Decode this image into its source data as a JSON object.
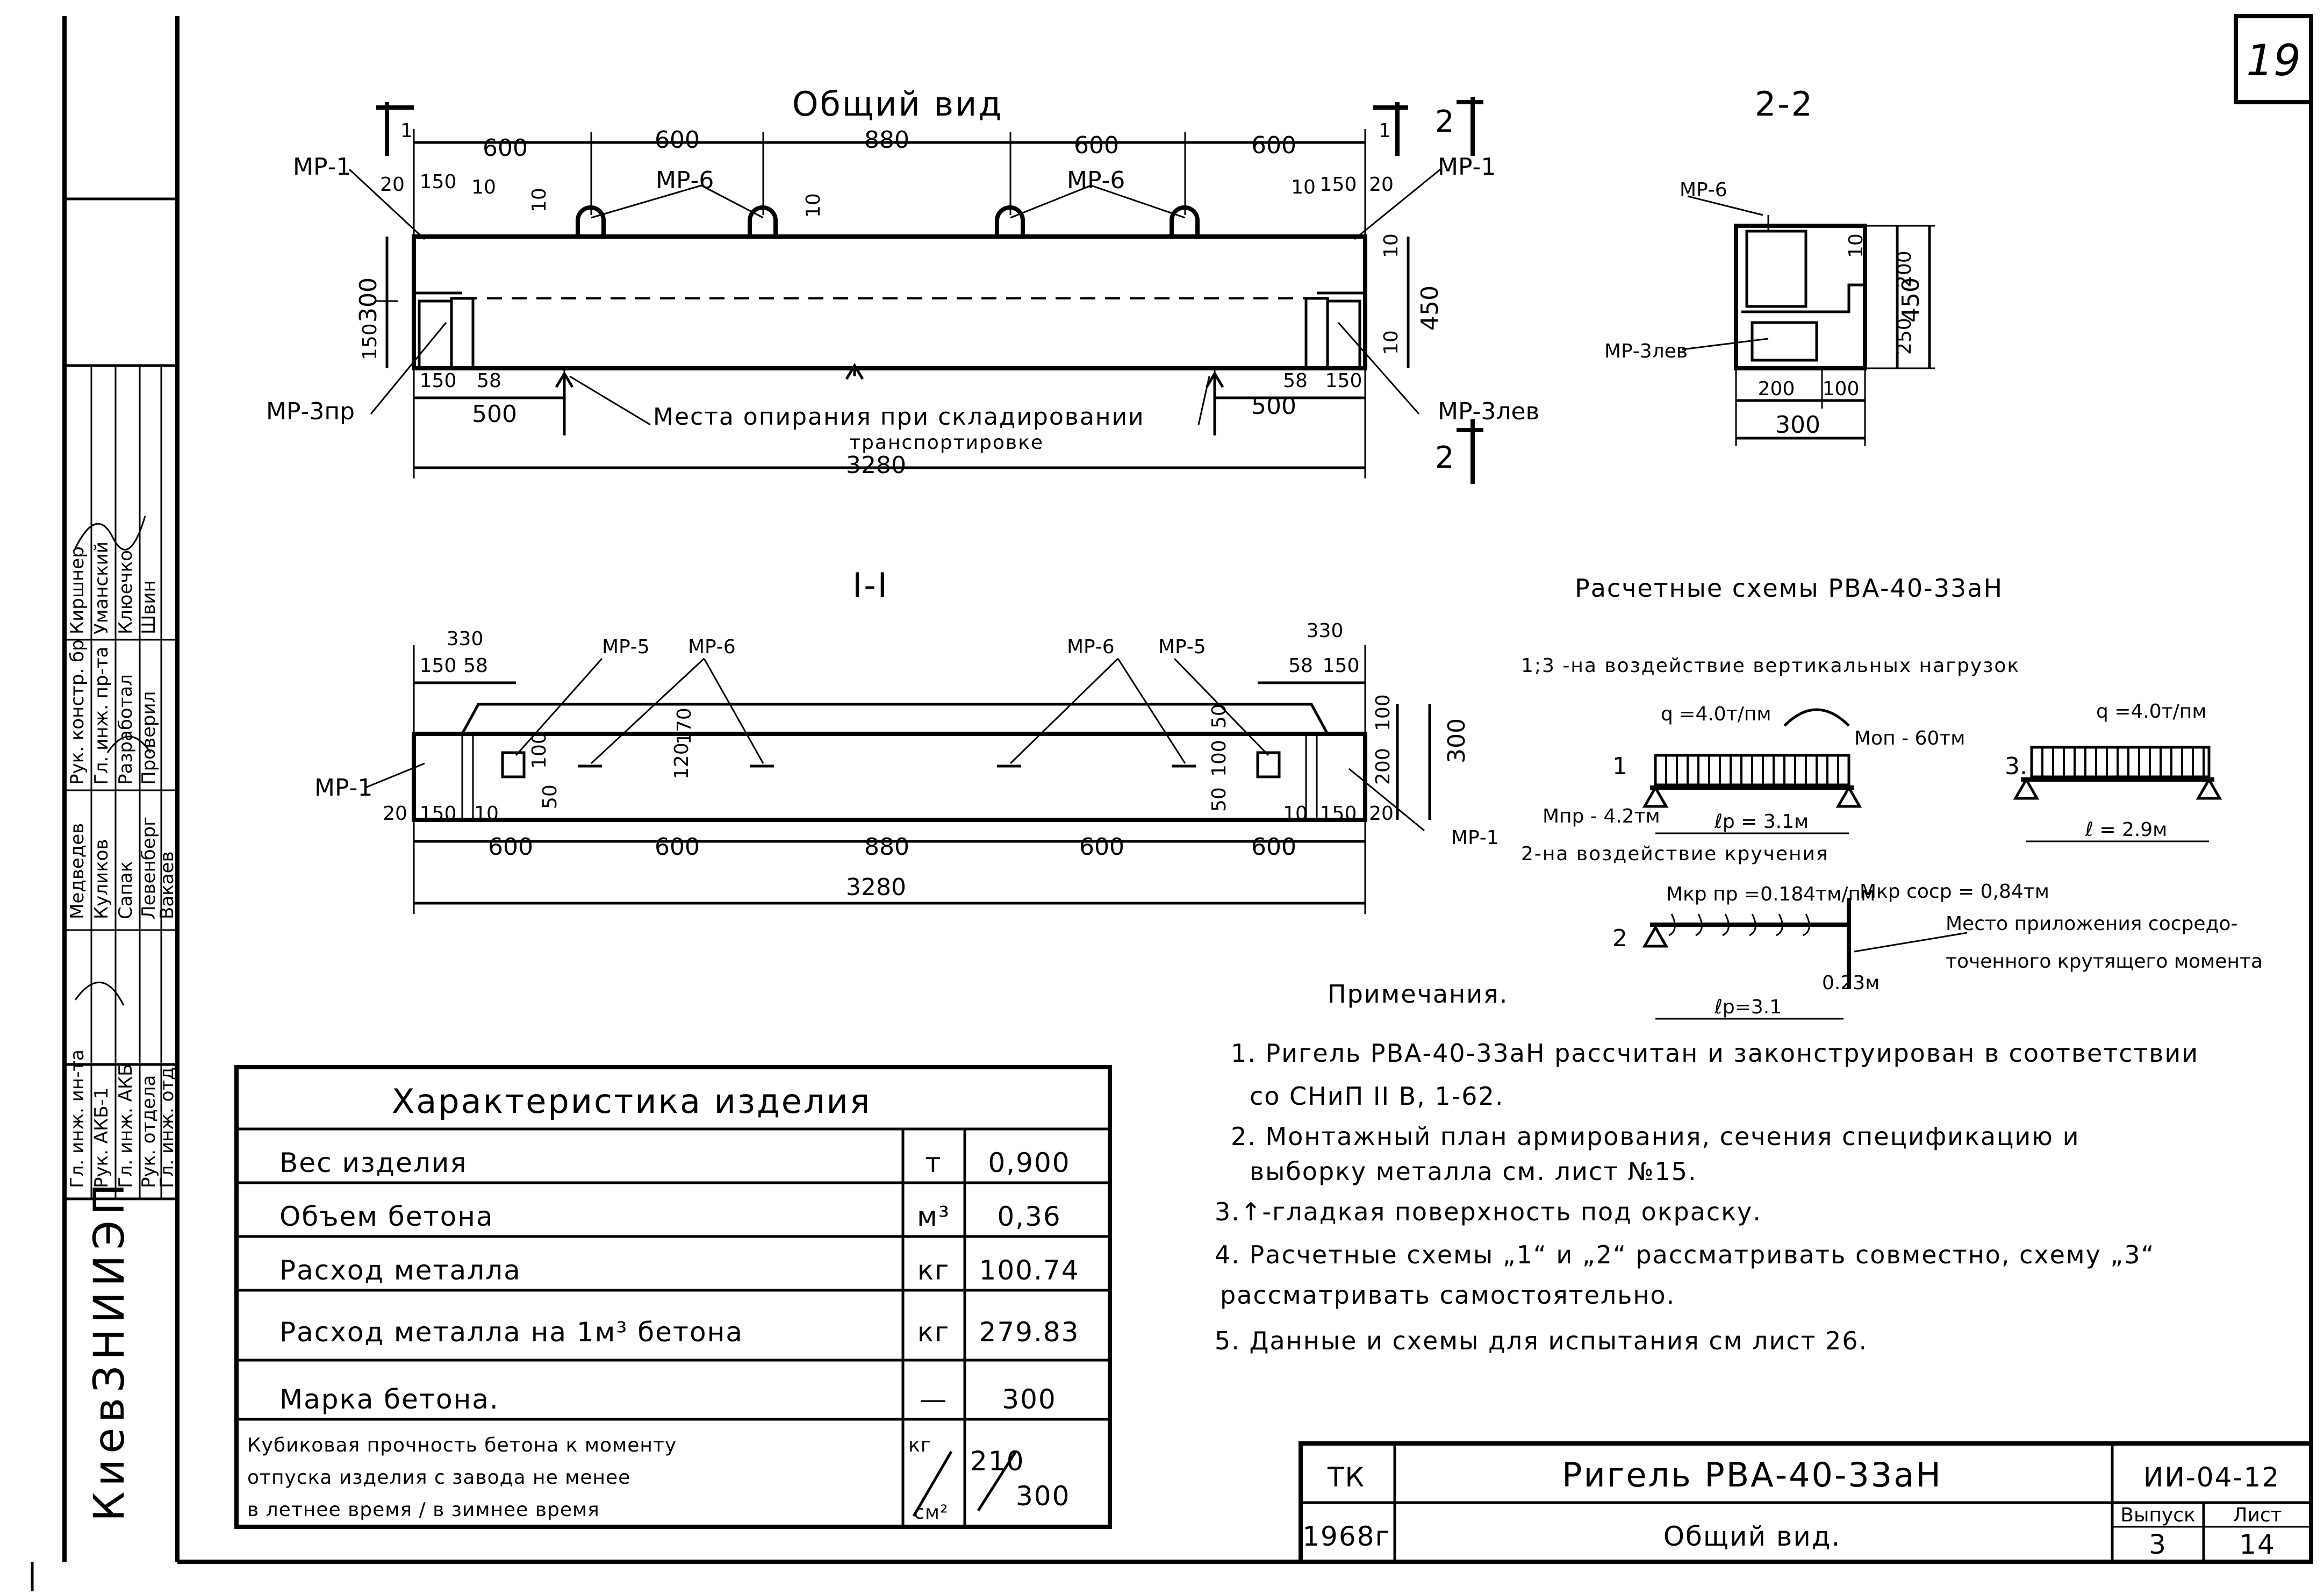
{
  "sheet_number": "19",
  "general_view": {
    "title": "Общий вид",
    "dims_top": [
      "600",
      "600",
      "880",
      "600",
      "600"
    ],
    "dim_small": [
      "20",
      "150",
      "10",
      "10",
      "150",
      "20",
      "10",
      "10",
      "10",
      "10"
    ],
    "height_left": [
      "300",
      "150"
    ],
    "height_right": [
      "450"
    ],
    "dims_bottom_left": [
      "150",
      "58",
      "500"
    ],
    "dims_bottom_right": [
      "58",
      "150",
      "500"
    ],
    "total": "3280",
    "labels": {
      "mp1_left": "МР-1",
      "mp1_right": "МР-1",
      "mp6_left": "МР-6",
      "mp6_right": "МР-6",
      "mp3_left": "МР-3пр",
      "mp3_right": "МР-3лев",
      "section_1": "1",
      "section_2": "2",
      "support_note_1": "Места опирания при складировании",
      "support_note_2": "транспортировке"
    }
  },
  "section_2_2": {
    "title": "2-2",
    "mp6": "МР-6",
    "mp3": "МР-3лев",
    "dims_right": [
      "10",
      "200",
      "450",
      "250"
    ],
    "dims_bottom": [
      "200",
      "100",
      "300"
    ]
  },
  "plan_view": {
    "title": "I-I",
    "mp5_left": "МР-5",
    "mp6_left": "МР-6",
    "mp6_right": "МР-6",
    "mp5_right": "МР-5",
    "mp1_left": "МР-1",
    "mp1_right": "МР-1",
    "dims_top_left": [
      "330",
      "150",
      "58"
    ],
    "dims_top_right": [
      "330",
      "58",
      "150"
    ],
    "dims_mid": [
      "20",
      "150",
      "10",
      "10",
      "150",
      "20"
    ],
    "dims_inner": [
      "100",
      "50",
      "120",
      "170",
      "50",
      "100",
      "50"
    ],
    "dims_right": [
      "100",
      "200",
      "300"
    ],
    "dims_bottom": [
      "600",
      "600",
      "880",
      "600",
      "600"
    ],
    "total": "3280"
  },
  "calc": {
    "title": "Расчетные схемы РВА-40-33аН",
    "case_1_2": "1;3 -на воздействие вертикальных нагрузок",
    "case_2": "2-на воздействие кручения",
    "q1": "q =4.0т/пм",
    "q3": "q =4.0т/пм",
    "mon": "Моп - 60тм",
    "mpr": "Мпр - 4.2тм",
    "lp1": "ℓр = 3.1м",
    "l3": "ℓ = 2.9м",
    "mkr": "Мкр пр =0.184тм/пм",
    "mkr_sosr": "Мкр соср = 0,84тм",
    "num_1": "1",
    "num_2": "2",
    "num_3": "3.",
    "lp2": "ℓр=3.1",
    "offset": "0.23м",
    "place_1": "Место приложения сосредо-",
    "place_2": "точенного крутящего момента"
  },
  "notes": {
    "heading": "Примечания.",
    "items": [
      "1. Ригель РВА-40-33аН рассчитан и законструирован в соответствии",
      "со СНиП II В, 1-62.",
      "2. Монтажный план армирования, сечения спецификацию и",
      "выборку металла см. лист №15.",
      "3.↑-гладкая поверхность под окраску.",
      "4. Расчетные схемы „1“ и „2“ рассматривать совместно, схему „3“",
      "рассматривать самостоятельно.",
      "5. Данные и схемы для испытания см лист 26."
    ]
  },
  "characteristics": {
    "title": "Характеристика изделия",
    "rows": [
      {
        "label": "Вес изделия",
        "unit": "т",
        "value": "0,900"
      },
      {
        "label": "Объем бетона",
        "unit": "м³",
        "value": "0,36"
      },
      {
        "label": "Расход металла",
        "unit": "кг",
        "value": "100.74"
      },
      {
        "label": "Расход металла на 1м³ бетона",
        "unit": "кг",
        "value": "279.83"
      },
      {
        "label": "Марка бетона.",
        "unit": "—",
        "value": "300"
      }
    ],
    "strength": {
      "lines": [
        "Кубиковая прочность бетона к моменту",
        "отпуска изделия с завода не менее",
        "в летнее время / в зимнее время"
      ],
      "unit_top": "кг",
      "unit_bottom": "см²",
      "val_top": "210",
      "val_bottom": "300"
    }
  },
  "title_block": {
    "tk": "ТК",
    "year": "1968г",
    "name": "Ригель РВА-40-33аН",
    "subtitle": "Общий вид.",
    "code": "ИИ-04-12",
    "issue_label": "Выпуск",
    "issue": "3",
    "sheet_label": "Лист",
    "sheet": "14"
  },
  "side_stamp": {
    "org": "КиевЗНИИЭП",
    "rows": [
      [
        "Гл. инж. ин-та",
        "Медведев",
        "Рук. констр. бр",
        "Киршнер"
      ],
      [
        "Рук. АКБ-1",
        "Куликов",
        "Гл. инж. пр-та",
        "Уманский"
      ],
      [
        "Гл. инж. АКБ",
        "Сапак",
        "Разработал",
        "Клюечко"
      ],
      [
        "Рук. отдела",
        "Левенберг",
        "Проверил",
        "Швин"
      ],
      [
        "Гл. инж. отд",
        "Вакаев",
        "",
        ""
      ]
    ]
  }
}
